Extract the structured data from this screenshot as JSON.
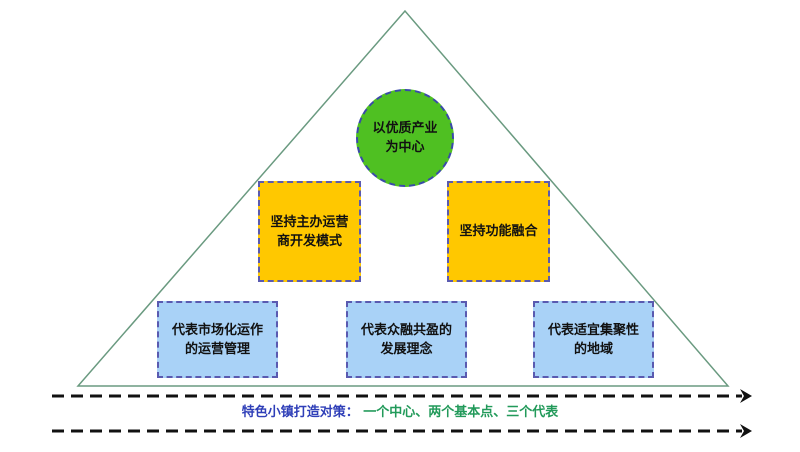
{
  "diagram": {
    "top_node": "以优质产业\n为中心",
    "middle_left": "坚持主办运营\n商开发模式",
    "middle_right": "坚持功能融合",
    "bottom_left": "代表市场化运作\n的运营管理",
    "bottom_center": "代表众融共盈的\n发展理念",
    "bottom_right": "代表适宜集聚性\n的地域",
    "caption_label": "特色小镇打造对策：",
    "caption_detail": "一个中心、两个基本点、三个代表"
  },
  "colors": {
    "top_node_fill": "#4fc022",
    "middle_node_fill": "#ffc800",
    "bottom_node_fill": "#a9d2f7",
    "caption_label": "#2f3fb8",
    "caption_detail": "#229a5a"
  }
}
